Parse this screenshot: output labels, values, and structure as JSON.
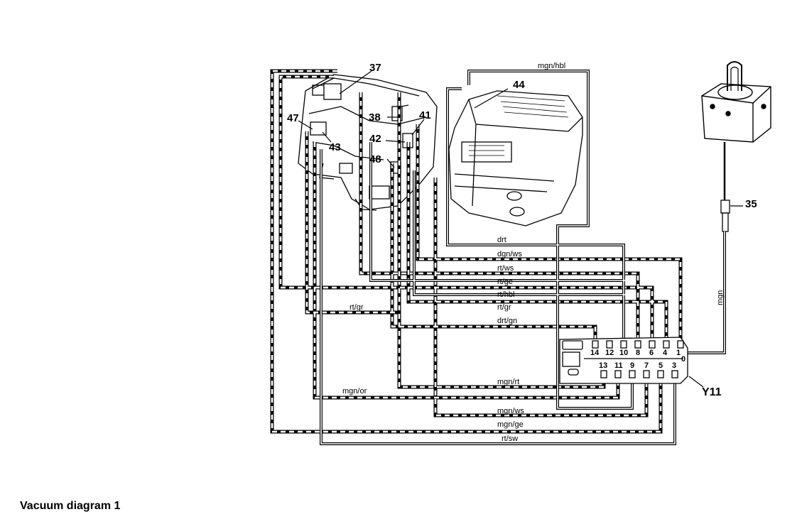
{
  "caption": "Vacuum diagram 1",
  "components": {
    "c35": "35",
    "c37": "37",
    "c38": "38",
    "c41": "41",
    "c42": "42",
    "c43": "43",
    "c44": "44",
    "c47": "47",
    "c48": "48",
    "y11": "Y11"
  },
  "line_labels": {
    "mgn_hbl": "mgn/hbl",
    "drt": "drt",
    "dgn_ws": "dgn/ws",
    "rt_ws": "rt/ws",
    "rt_ge": "rt/ge",
    "rt_hbl": "rt/hbl",
    "rt_gr_left": "rt/gr",
    "rt_gr": "rt/gr",
    "drt_gn": "drt/gn",
    "mgn_rt": "mgn/rt",
    "mgn_or": "mgn/or",
    "mgn_ws": "mgn/ws",
    "mgn_ge": "mgn/ge",
    "rt_sw": "rt/sw",
    "mgn": "mgn"
  },
  "pins": {
    "p14": "14",
    "p12": "12",
    "p10": "10",
    "p8": "8",
    "p6": "6",
    "p4": "4",
    "p1": "1",
    "p13": "13",
    "p11": "11",
    "p9": "9",
    "p7": "7",
    "p5": "5",
    "p3": "3",
    "p0": "0"
  }
}
